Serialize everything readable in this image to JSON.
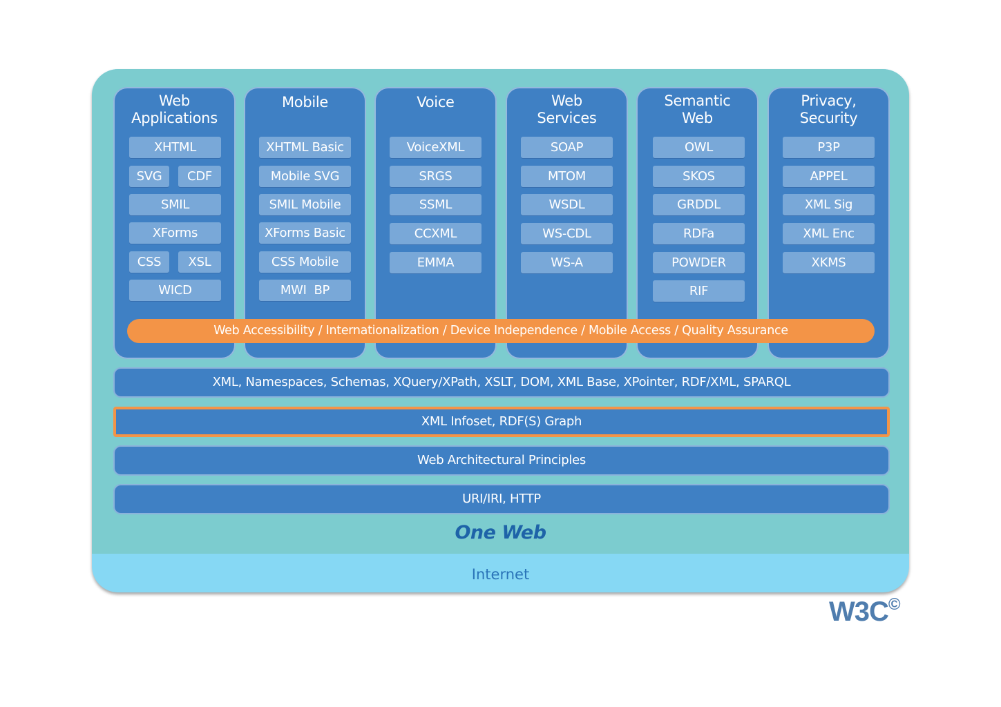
{
  "columns": [
    {
      "title": "Web\nApplications",
      "items": [
        "XHTML",
        "SVG",
        "CDF",
        "SMIL",
        "XForms",
        "CSS",
        "XSL",
        "WICD"
      ]
    },
    {
      "title": "Mobile",
      "items": [
        "XHTML Basic",
        "Mobile SVG",
        "SMIL Mobile",
        "XForms Basic",
        "CSS Mobile",
        "MWI  BP"
      ]
    },
    {
      "title": "Voice",
      "items": [
        "VoiceXML",
        "SRGS",
        "SSML",
        "CCXML",
        "EMMA"
      ]
    },
    {
      "title": "Web\nServices",
      "items": [
        "SOAP",
        "MTOM",
        "WSDL",
        "WS-CDL",
        "WS-A"
      ]
    },
    {
      "title": "Semantic\nWeb",
      "items": [
        "OWL",
        "SKOS",
        "GRDDL",
        "RDFa",
        "POWDER",
        "RIF"
      ]
    },
    {
      "title": "Privacy,\nSecurity",
      "items": [
        "P3P",
        "APPEL",
        "XML Sig",
        "XML Enc",
        "XKMS"
      ]
    }
  ],
  "cross_bar": "Web Accessibility / Internationalization / Device Independence / Mobile Access / Quality Assurance",
  "layers": [
    "XML, Namespaces, Schemas, XQuery/XPath, XSLT, DOM, XML Base, XPointer, RDF/XML, SPARQL",
    "XML Infoset, RDF(S) Graph",
    "Web Architectural Principles",
    "URI/IRI, HTTP"
  ],
  "one_web": "One Web",
  "internet": "Internet",
  "logo": {
    "text": "W3C",
    "mark": "©"
  },
  "colors": {
    "teal": "#7ccccf",
    "internet": "#86d8f4",
    "column": "#3f80c4",
    "item": "#79a8d8",
    "accent": "#f39447"
  }
}
